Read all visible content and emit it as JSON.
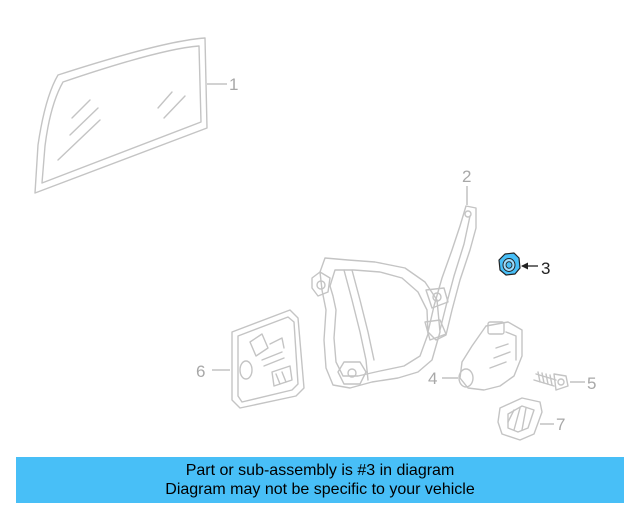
{
  "diagram": {
    "highlighted_part": "3",
    "highlight_color": "#48bff7",
    "callouts": [
      {
        "id": "1",
        "label": "1",
        "part": "door-glass"
      },
      {
        "id": "2",
        "label": "2",
        "part": "window-regulator"
      },
      {
        "id": "3",
        "label": "3",
        "part": "nut"
      },
      {
        "id": "4",
        "label": "4",
        "part": "regulator-motor"
      },
      {
        "id": "5",
        "label": "5",
        "part": "bolt"
      },
      {
        "id": "6",
        "label": "6",
        "part": "access-cover"
      },
      {
        "id": "7",
        "label": "7",
        "part": "grommet"
      }
    ]
  },
  "banner": {
    "line1": "Part or sub-assembly is #3 in diagram",
    "line2": "Diagram may not be specific to your vehicle",
    "background": "#48bff7"
  }
}
